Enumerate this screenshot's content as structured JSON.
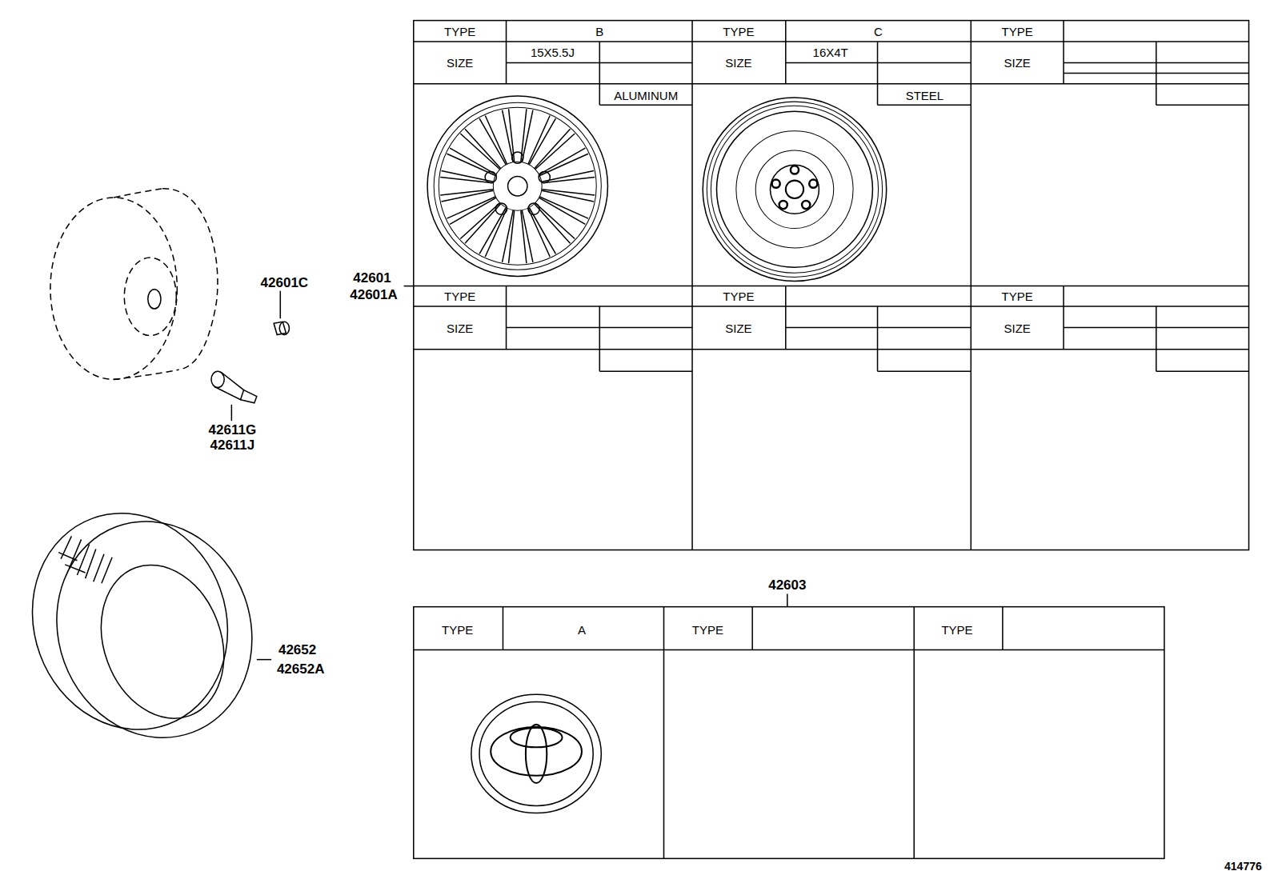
{
  "diagram": {
    "labels": [
      "TYPE",
      "B",
      "SIZE",
      "15X5.5J",
      "ALUMINUM",
      "TYPE",
      "C",
      "SIZE",
      "16X4T",
      "STEEL",
      "TYPE",
      "SIZE",
      "TYPE",
      "SIZE",
      "TYPE",
      "SIZE",
      "TYPE",
      "SIZE",
      "42601C",
      "42601",
      "42601A",
      "42611G",
      "42611J",
      "42652",
      "42652A",
      "42603",
      "TYPE",
      "A",
      "TYPE",
      "TYPE",
      "414776"
    ]
  }
}
